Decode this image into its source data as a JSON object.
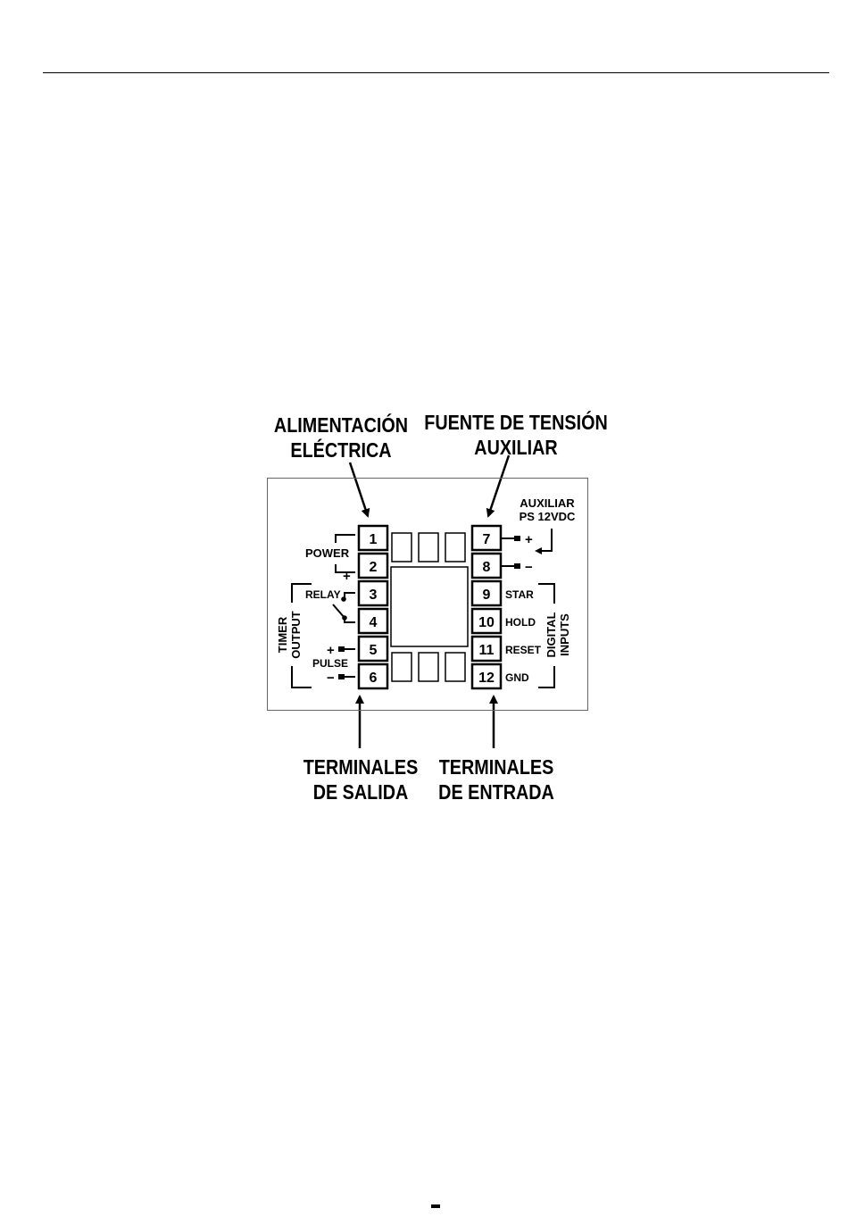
{
  "callouts": {
    "power_supply": [
      "ALIMENTACIÓN",
      "ELÉCTRICA"
    ],
    "aux_source": [
      "FUENTE DE TENSIÓN",
      "AUXILIAR"
    ],
    "output_terminals": [
      "TERMINALES",
      "DE SALIDA"
    ],
    "input_terminals": [
      "TERMINALES",
      "DE ENTRADA"
    ]
  },
  "panel": {
    "left_terminals": [
      {
        "number": "1",
        "label": "POWER"
      },
      {
        "number": "2",
        "label": "+"
      },
      {
        "number": "3",
        "label": "RELAY"
      },
      {
        "number": "4",
        "label": ""
      },
      {
        "number": "5",
        "label": "+"
      },
      {
        "number": "6",
        "label": "PULSE"
      }
    ],
    "right_terminals": [
      {
        "number": "7",
        "label": "+"
      },
      {
        "number": "8",
        "label": "−"
      },
      {
        "number": "9",
        "label": "STAR"
      },
      {
        "number": "10",
        "label": "HOLD"
      },
      {
        "number": "11",
        "label": "RESET"
      },
      {
        "number": "12",
        "label": "GND"
      }
    ],
    "pulse_minus": "−",
    "aux_label": [
      "AUXILIAR",
      "PS 12VDC"
    ],
    "timer_output": [
      "TIMER",
      "OUTPUT"
    ],
    "digital_inputs": [
      "DIGITAL",
      "INPUTS"
    ]
  }
}
